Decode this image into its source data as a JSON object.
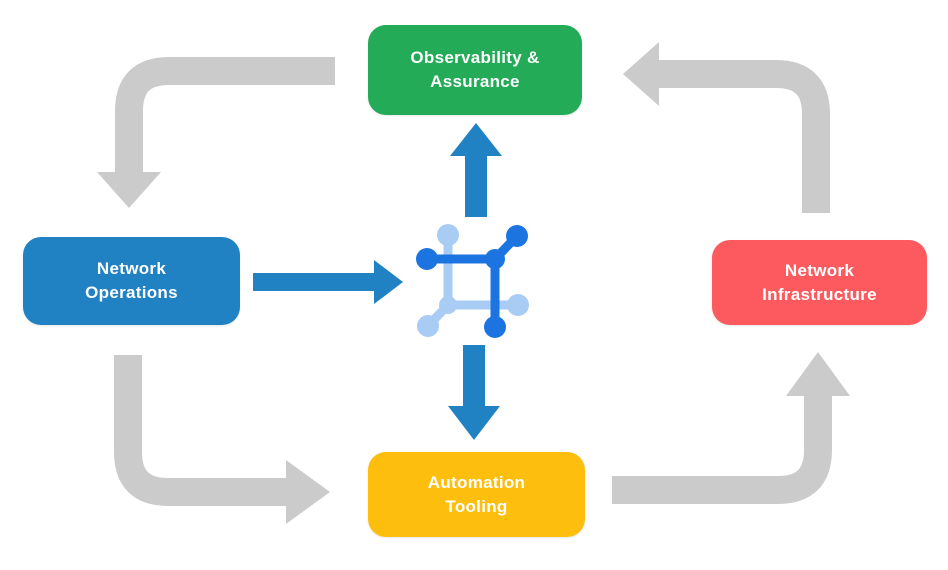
{
  "diagram": {
    "nodes": [
      {
        "id": "observability-assurance",
        "label": "Observability &\nAssurance",
        "color": "#23AB57"
      },
      {
        "id": "network-operations",
        "label": "Network\nOperations",
        "color": "#2182C3"
      },
      {
        "id": "network-infrastructure",
        "label": "Network\nInfrastructure",
        "color": "#FC5A5E"
      },
      {
        "id": "automation-tooling",
        "label": "Automation\nTooling",
        "color": "#FDBE0D"
      }
    ],
    "center_icon": {
      "name": "network-mesh-icon"
    },
    "connections": {
      "cycle": [
        {
          "from": "observability-assurance",
          "to": "network-operations",
          "style": "gray-elbow-arrow"
        },
        {
          "from": "network-operations",
          "to": "automation-tooling",
          "style": "gray-elbow-arrow"
        },
        {
          "from": "automation-tooling",
          "to": "network-infrastructure",
          "style": "gray-elbow-arrow"
        },
        {
          "from": "network-infrastructure",
          "to": "observability-assurance",
          "style": "gray-elbow-arrow"
        }
      ],
      "hub": [
        {
          "from": "network-operations",
          "to": "center-icon",
          "style": "blue-arrow"
        },
        {
          "from": "center-icon",
          "to": "observability-assurance",
          "style": "blue-arrow"
        },
        {
          "from": "center-icon",
          "to": "automation-tooling",
          "style": "blue-arrow"
        }
      ]
    }
  },
  "colors": {
    "background": "#FFFFFF",
    "arrow_gray": "#CBCBCB",
    "arrow_blue": "#2182C3",
    "icon_dark_blue": "#1B74E0",
    "icon_light_blue": "#A9CCF4",
    "node_text": "#FFFFFF"
  }
}
